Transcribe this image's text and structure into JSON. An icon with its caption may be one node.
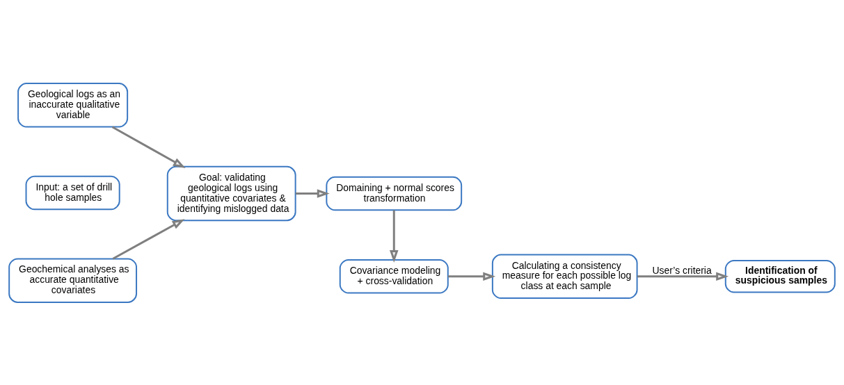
{
  "diagram": {
    "nodes": [
      {
        "text": [
          "Geological logs as an inaccurate qualitative variable"
        ]
      },
      {
        "text": [
          "Input: a set of drill hole samples"
        ]
      },
      {
        "text": [
          "Goal: validating geological logs using quantitative covariates & identifying mislogged data"
        ]
      },
      {
        "text": [
          "Geochemical analyses as accurate quantitative covariates"
        ]
      },
      {
        "text": [
          "Domaining + normal scores transformation"
        ]
      },
      {
        "text": [
          "Covariance modeling + cross-validation"
        ]
      },
      {
        "text": [
          "Calculating a consistency measure for each possible log class at each sample"
        ]
      },
      {
        "text": [
          "Identification of suspicious samples"
        ]
      }
    ],
    "edges": [
      {
        "from": 0,
        "to": 2,
        "arrow": "to"
      },
      {
        "from": 3,
        "to": 2,
        "arrow": "to"
      },
      {
        "from": 2,
        "to": 4,
        "arrow": "to"
      },
      {
        "from": 4,
        "to": 5,
        "arrow": "to"
      },
      {
        "from": 5,
        "to": 6,
        "arrow": "to"
      },
      {
        "from": 6,
        "to": 7,
        "arrow": "to",
        "label": "User’s criteria"
      }
    ]
  }
}
